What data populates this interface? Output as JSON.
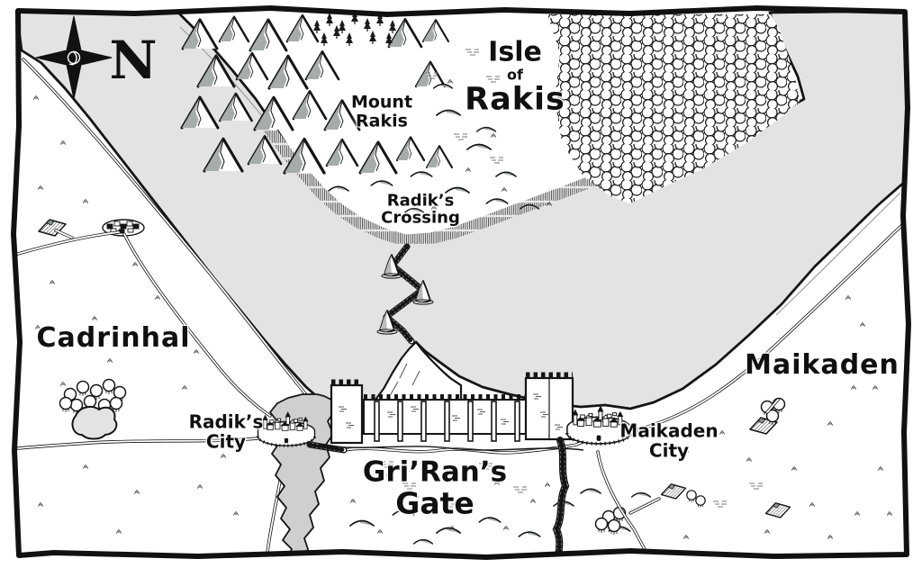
{
  "map": {
    "compass": {
      "letter": "N"
    },
    "labels": {
      "isle": {
        "line1": "Isle",
        "line2": "of",
        "line3": "Rakis"
      },
      "mount": {
        "line1": "Mount",
        "line2": "Rakis"
      },
      "crossing": {
        "line1": "Radik’s",
        "line2": "Crossing"
      },
      "region_west": "Cadrinhal",
      "region_east": "Maikaden",
      "radiks_city": {
        "line1": "Radik’s",
        "line2": "City"
      },
      "maikaden_city": {
        "line1": "Maikaden",
        "line2": "City"
      },
      "gate": {
        "line1": "Gri’Ran’s",
        "line2": "Gate"
      }
    },
    "colors": {
      "water": "#e3e3e3",
      "ink": "#151515",
      "paper": "#ffffff",
      "mountain_shade": "#a6acac",
      "hill_shade": "#aeb4b4",
      "ravine": "#cfcfcf"
    }
  }
}
